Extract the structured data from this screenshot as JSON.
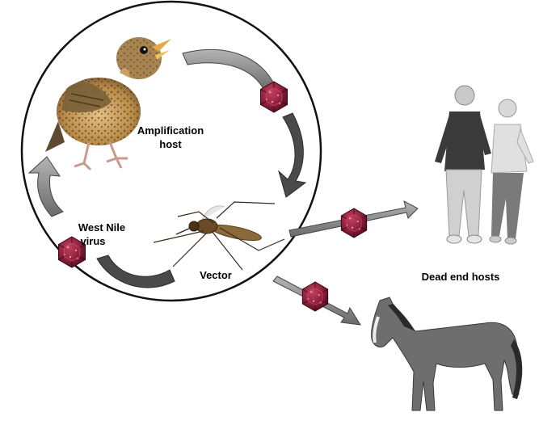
{
  "labels": {
    "amplification_line1": "Amplification",
    "amplification_line2": "host",
    "west_nile_line1": "West Nile",
    "west_nile_line2": "virus",
    "vector": "Vector",
    "dead_end": "Dead end hosts"
  },
  "icons": {
    "bird": "bird-icon",
    "mosquito": "mosquito-icon",
    "virus": "virus-particle-icon",
    "people": "elderly-couple-icon",
    "horse": "horse-icon"
  },
  "colors": {
    "arrow_dark": "#4a4a4a",
    "arrow_gray": "#8a8a8a",
    "virus": "#8b1f3b",
    "circle": "#111111"
  }
}
